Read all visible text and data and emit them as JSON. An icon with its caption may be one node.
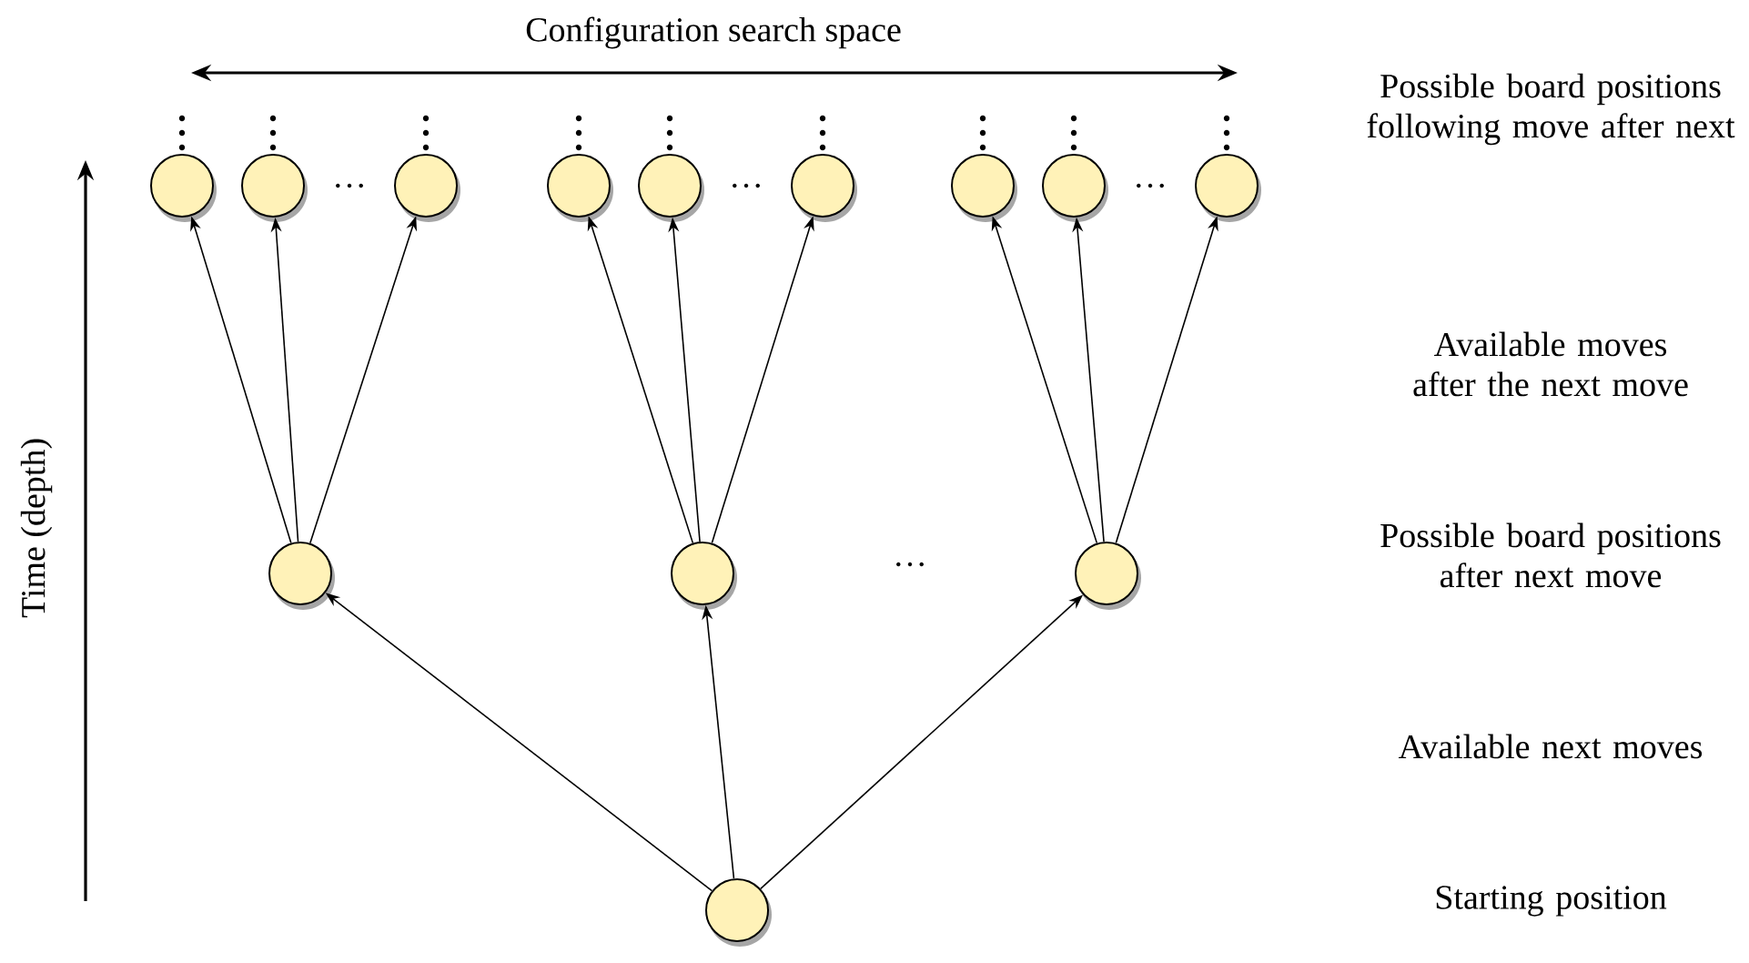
{
  "diagram": {
    "nodes": [
      {
        "text": [],
        "shape": "circle"
      },
      {
        "text": [],
        "shape": "circle"
      },
      {
        "text": [],
        "shape": "circle"
      },
      {
        "text": [],
        "shape": "circle"
      },
      {
        "text": [],
        "shape": "circle"
      },
      {
        "text": [],
        "shape": "circle"
      },
      {
        "text": [],
        "shape": "circle"
      },
      {
        "text": [],
        "shape": "circle"
      },
      {
        "text": [],
        "shape": "circle"
      },
      {
        "text": [],
        "shape": "circle"
      },
      {
        "text": [],
        "shape": "circle"
      },
      {
        "text": [],
        "shape": "circle"
      },
      {
        "text": [],
        "shape": "circle"
      }
    ],
    "edges": [
      {
        "from": 9,
        "to": 0,
        "arrow": "to"
      },
      {
        "from": 9,
        "to": 1,
        "arrow": "to"
      },
      {
        "from": 9,
        "to": 2,
        "arrow": "to"
      },
      {
        "from": 10,
        "to": 3,
        "arrow": "to"
      },
      {
        "from": 10,
        "to": 4,
        "arrow": "to"
      },
      {
        "from": 10,
        "to": 5,
        "arrow": "to"
      },
      {
        "from": 11,
        "to": 6,
        "arrow": "to"
      },
      {
        "from": 11,
        "to": 7,
        "arrow": "to"
      },
      {
        "from": 11,
        "to": 8,
        "arrow": "to"
      },
      {
        "from": 12,
        "to": 9,
        "arrow": "to"
      },
      {
        "from": 12,
        "to": 10,
        "arrow": "to"
      },
      {
        "from": 12,
        "to": 11,
        "arrow": "to"
      }
    ],
    "labels": [
      "Configuration search space",
      "Possible board positions following move after next",
      "…",
      "…",
      "…",
      "Available moves after the next move",
      "Time (depth)",
      "…",
      "Possible board positions after next move",
      "Available next moves",
      "Starting position"
    ]
  }
}
